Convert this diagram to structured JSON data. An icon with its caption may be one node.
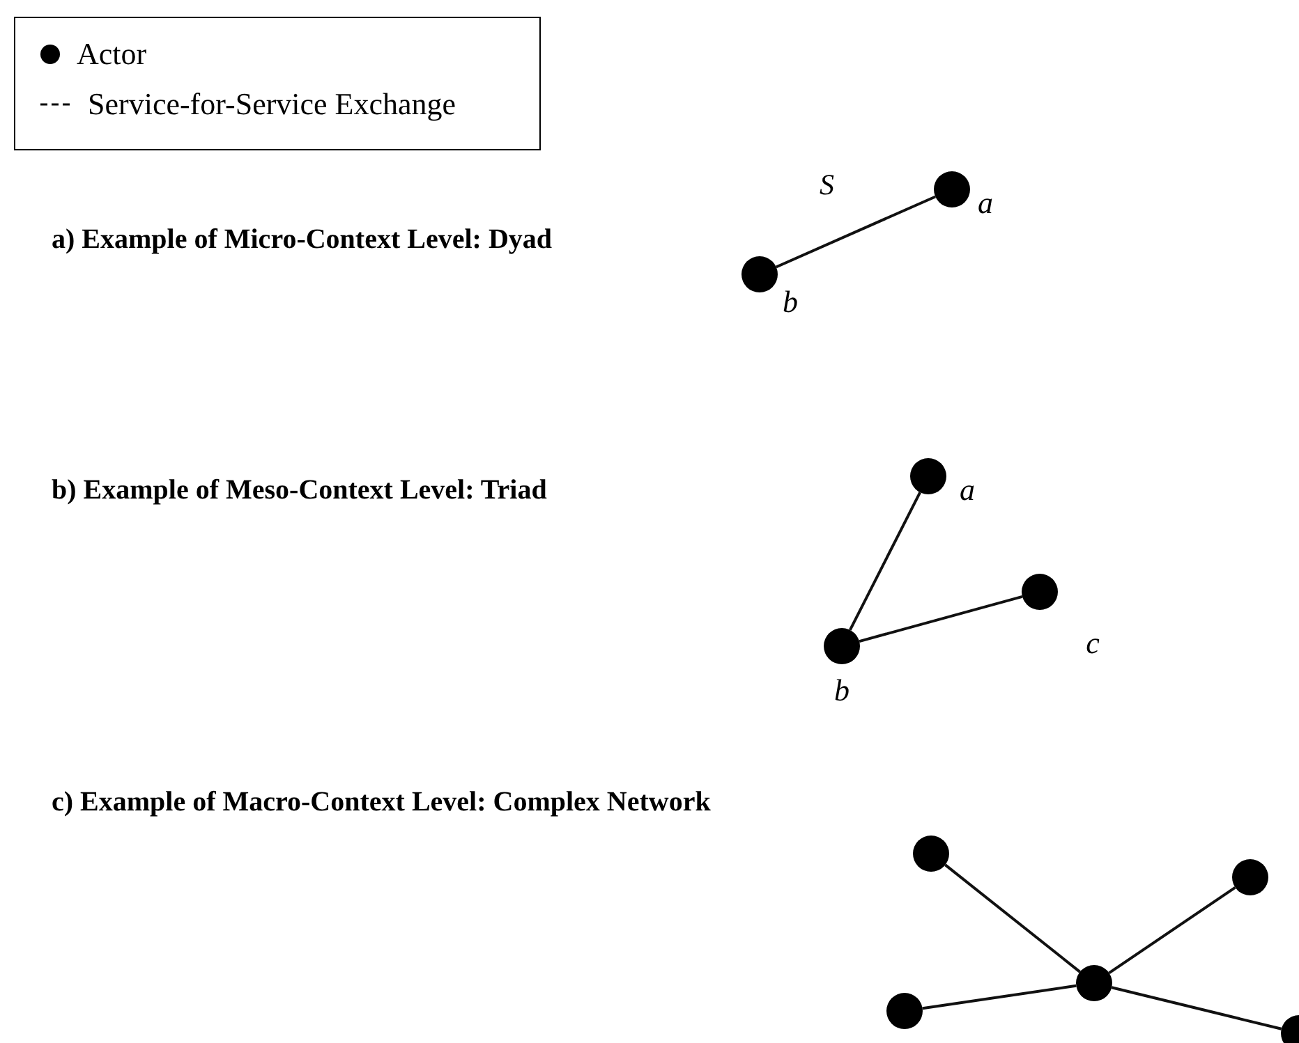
{
  "diagram": {
    "nodes": [
      {
        "text": [],
        "shape": "circle",
        "beside": [
          "a"
        ]
      },
      {
        "text": [],
        "shape": "circle",
        "beside": [
          "b"
        ]
      },
      {
        "text": [],
        "shape": "circle",
        "beside": [
          "a"
        ]
      },
      {
        "text": [],
        "shape": "circle",
        "beside": [
          "c"
        ]
      },
      {
        "text": [],
        "shape": "circle",
        "beside": [
          "b"
        ]
      },
      {
        "text": [],
        "shape": "circle"
      },
      {
        "text": [],
        "shape": "circle"
      },
      {
        "text": [],
        "shape": "circle"
      },
      {
        "text": [],
        "shape": "circle"
      },
      {
        "text": [],
        "shape": "circle"
      }
    ],
    "edges": [
      {
        "from": 1,
        "to": 0,
        "arrow": "none"
      },
      {
        "from": 4,
        "to": 2,
        "arrow": "none"
      },
      {
        "from": 4,
        "to": 3,
        "arrow": "none"
      },
      {
        "from": 5,
        "to": 7,
        "arrow": "none"
      },
      {
        "from": 6,
        "to": 7,
        "arrow": "none"
      },
      {
        "from": 8,
        "to": 7,
        "arrow": "none"
      },
      {
        "from": 7,
        "to": 9,
        "arrow": "none"
      }
    ],
    "labels": [
      "S",
      "a) Example of Micro-Context Level: Dyad",
      "b) Example of Meso-Context Level: Triad",
      "c) Example of Macro-Context Level: Complex Network"
    ],
    "legend": [
      {
        "text": "Actor"
      },
      {
        "text": "Service-for-Service Exchange"
      }
    ]
  }
}
